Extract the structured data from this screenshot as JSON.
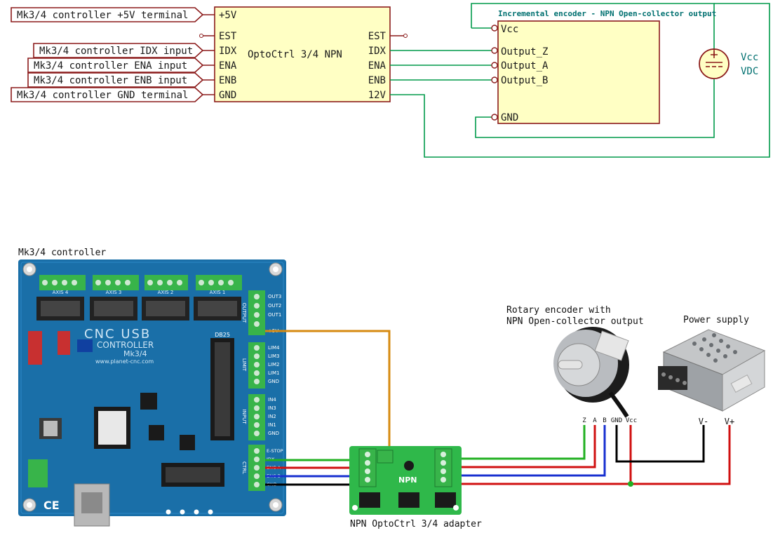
{
  "colors": {
    "wire_dark_red": "#8b1a1a",
    "schematic_box_border": "#8b1a1a",
    "schematic_box_fill": "#ffffc4",
    "schematic_wire": "#009a4a",
    "encoder_title_color": "#007070",
    "label_text": "#1a1a1a",
    "board_blue": "#1a6fa8",
    "adapter_green": "#2fb84a",
    "terminal_green": "#38b44a",
    "wire_orange": "#d68a10",
    "wire_green": "#21b021",
    "wire_red": "#d01010",
    "wire_blue": "#1830d0",
    "wire_black": "#000000"
  },
  "schematic": {
    "optoctrl": {
      "name": "OptoCtrl 3/4 NPN",
      "left_pins": [
        "+5V",
        "EST",
        "IDX",
        "ENA",
        "ENB",
        "GND"
      ],
      "right_pins": [
        "EST",
        "IDX",
        "ENA",
        "ENB",
        "12V"
      ]
    },
    "global_labels": [
      "Mk3/4 controller +5V terminal",
      "Mk3/4 controller IDX input",
      "Mk3/4 controller ENA input",
      "Mk3/4 controller ENB input",
      "Mk3/4 controller GND terminal"
    ],
    "encoder": {
      "title": "Incremental encoder - NPN Open-collector output",
      "pins": [
        "Vcc",
        "Output_Z",
        "Output_A",
        "Output_B",
        "GND"
      ]
    },
    "power_source": {
      "label_line1": "Vcc",
      "label_line2": "VDC",
      "icon": "dc-voltage-source-icon"
    }
  },
  "photo": {
    "controller_label": "Mk3/4 controller",
    "board": {
      "brand_line1": "CNC USB",
      "brand_line2": "CONTROLLER",
      "model": "Mk3/4",
      "url": "www.planet-cnc.com",
      "output_pins": [
        "OUT3",
        "OUT2",
        "OUT1",
        "+5V"
      ],
      "limit_pins": [
        "LIM4",
        "LIM3",
        "LIM2",
        "LIM1",
        "GND"
      ],
      "input_pins": [
        "IN4",
        "IN3",
        "IN2",
        "IN1",
        "GND"
      ],
      "ctrl_pins": [
        "E-STOP",
        "IDX",
        "ENC A",
        "ENC B",
        "GND"
      ],
      "axis_labels": [
        "AXIS 4",
        "AXIS 3",
        "AXIS 2",
        "AXIS 1"
      ],
      "section_labels": [
        "OUTPUT",
        "LIMIT",
        "INPUT",
        "CTRL"
      ],
      "header_label": "DB25"
    },
    "adapter_label": "NPN OptoCtrl 3/4 adapter",
    "adapter_board_text": "NPN",
    "encoder_label_line1": "Rotary encoder with",
    "encoder_label_line2": "NPN Open-collector output",
    "encoder_wire_labels": [
      "Z",
      "A",
      "B",
      "GND",
      "Vcc"
    ],
    "power_supply_label": "Power supply",
    "power_terminals": [
      "V-",
      "V+"
    ]
  }
}
